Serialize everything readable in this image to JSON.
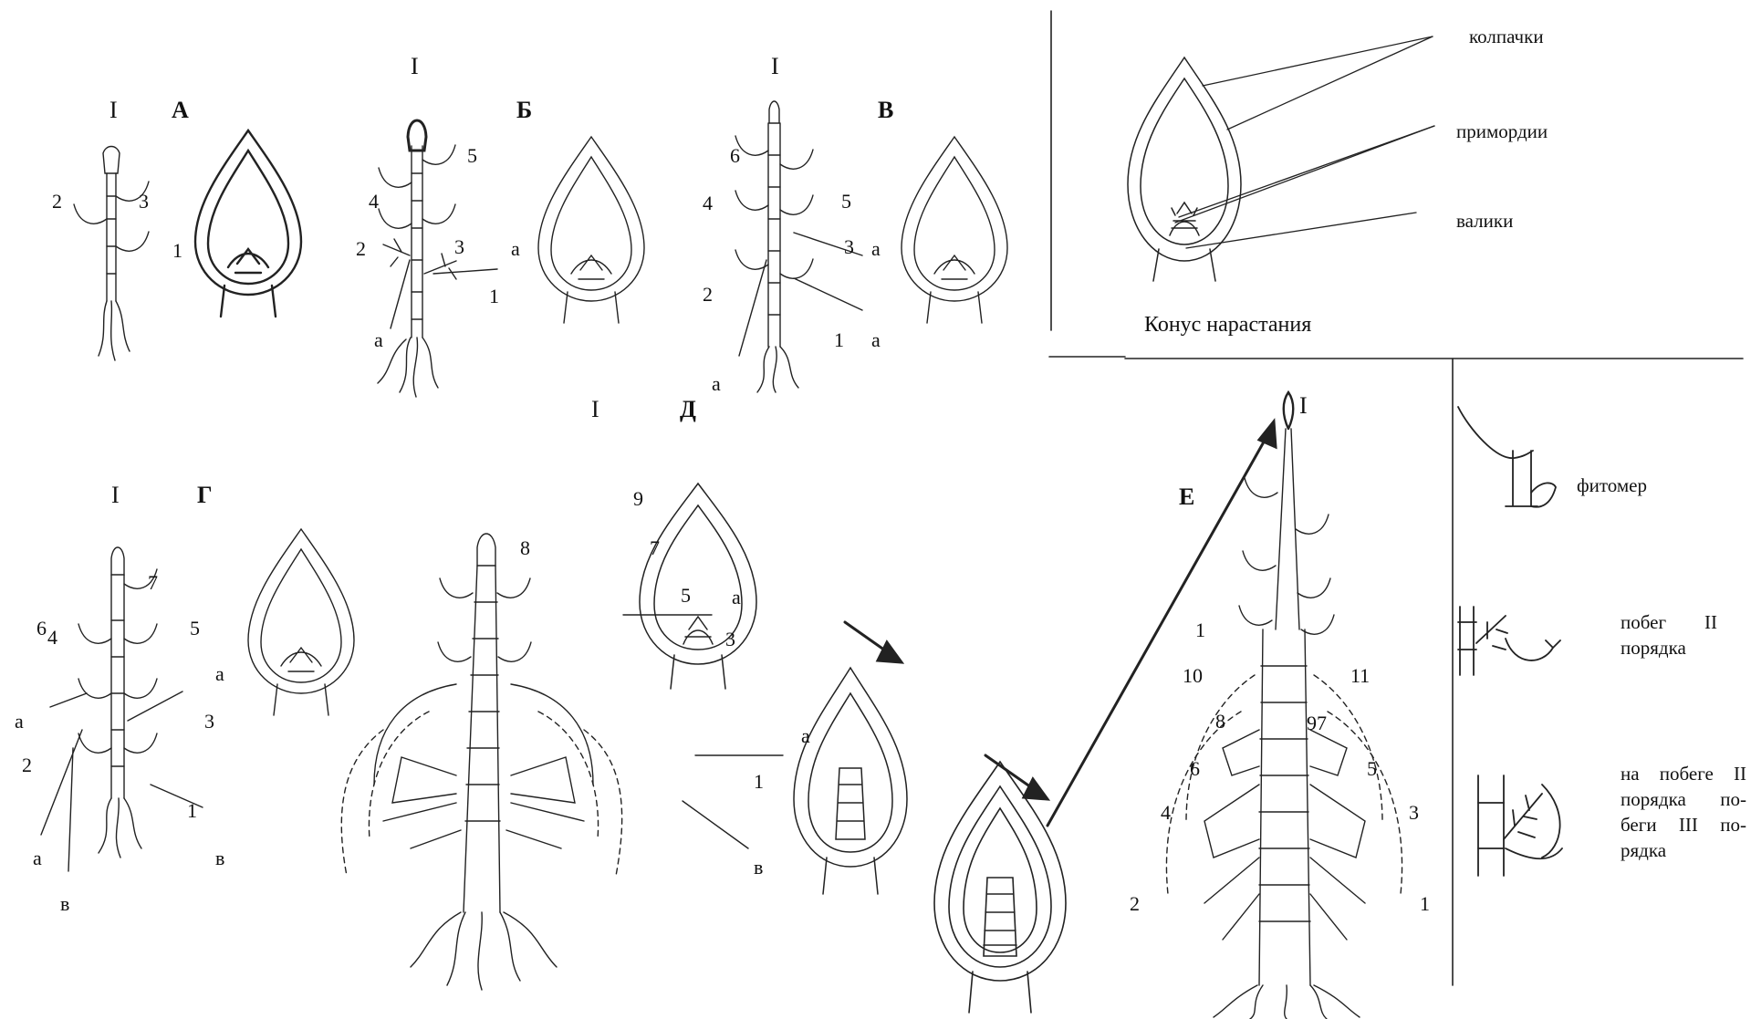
{
  "panels": {
    "A": {
      "letter": "А",
      "roman": "I",
      "numbers": [
        "2",
        "3",
        "1"
      ]
    },
    "B": {
      "letter": "Б",
      "roman": "I",
      "numbers": [
        "5",
        "4",
        "2",
        "3",
        "1"
      ],
      "side": "а",
      "bottom": "а"
    },
    "V": {
      "letter": "В",
      "roman": "I",
      "numbers": [
        "6",
        "4",
        "5",
        "3",
        "2",
        "1"
      ],
      "side_a": "а",
      "side_a2": "а",
      "bottom": "а"
    },
    "D": {
      "letter": "Д",
      "roman": "I"
    },
    "G": {
      "letter": "Г",
      "roman": "I",
      "numbers": [
        "7",
        "6",
        "4",
        "5",
        "3",
        "2",
        "1"
      ],
      "a_left1": "а",
      "a_left2": "а",
      "a_right": "а",
      "v_bottom1": "в",
      "v_bottom2": "в"
    },
    "D_tree": {
      "number": "8"
    },
    "D_cones": {
      "n9": "9",
      "n7": "7",
      "n5": "5",
      "n3": "3",
      "a1": "а",
      "a2": "а",
      "n1": "1",
      "v": "в"
    },
    "E": {
      "letter": "Е",
      "roman": "I",
      "numbers": [
        "1",
        "10",
        "11",
        "8",
        "97",
        "6",
        "5",
        "4",
        "3",
        "2",
        "1"
      ]
    }
  },
  "cone_box": {
    "labels": [
      "колпачки",
      "примордии",
      "валики"
    ],
    "title": "Конус нарастания"
  },
  "legend": {
    "phytomer": "фитомер",
    "shoot2_line1": "побег",
    "shoot2_roman": "II",
    "shoot2_line2": "порядка",
    "shoot3": [
      "на побеге II",
      "порядка по-",
      "беги III по-",
      "рядка"
    ]
  }
}
